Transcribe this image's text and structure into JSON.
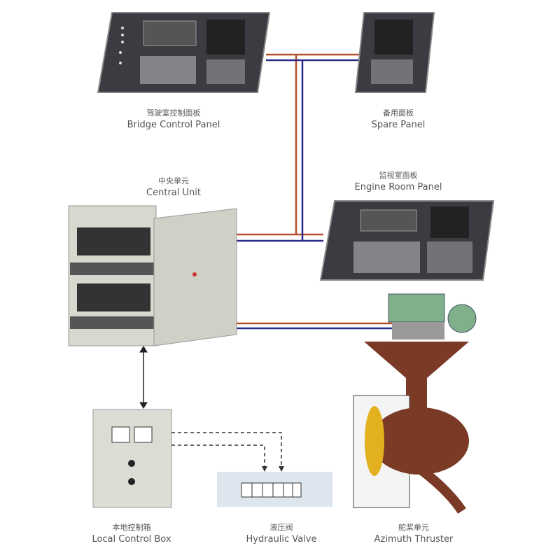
{
  "colors": {
    "cable_red": "#b5502a",
    "cable_blue": "#2a2a8a",
    "panel_dark": "#2e3035",
    "cabinet": "#d8d8ce",
    "thruster": "#7a3a26",
    "motor": "#7fb08a"
  },
  "components": {
    "bridge_panel": {
      "zh": "驾驶室控制面板",
      "en": "Bridge Control Panel"
    },
    "spare_panel": {
      "zh": "备用面板",
      "en": "Spare Panel"
    },
    "central_unit": {
      "zh": "中央单元",
      "en": "Central Unit"
    },
    "engine_room_panel": {
      "zh": "监视室面板",
      "en": "Engine Room Panel"
    },
    "local_control_box": {
      "zh": "本地控制箱",
      "en": "Local Control Box"
    },
    "hydraulic_valve": {
      "zh": "液压阀",
      "en": "Hydraulic Valve"
    },
    "azimuth_thruster": {
      "zh": "舵桨单元",
      "en": "Azimuth Thruster"
    }
  }
}
